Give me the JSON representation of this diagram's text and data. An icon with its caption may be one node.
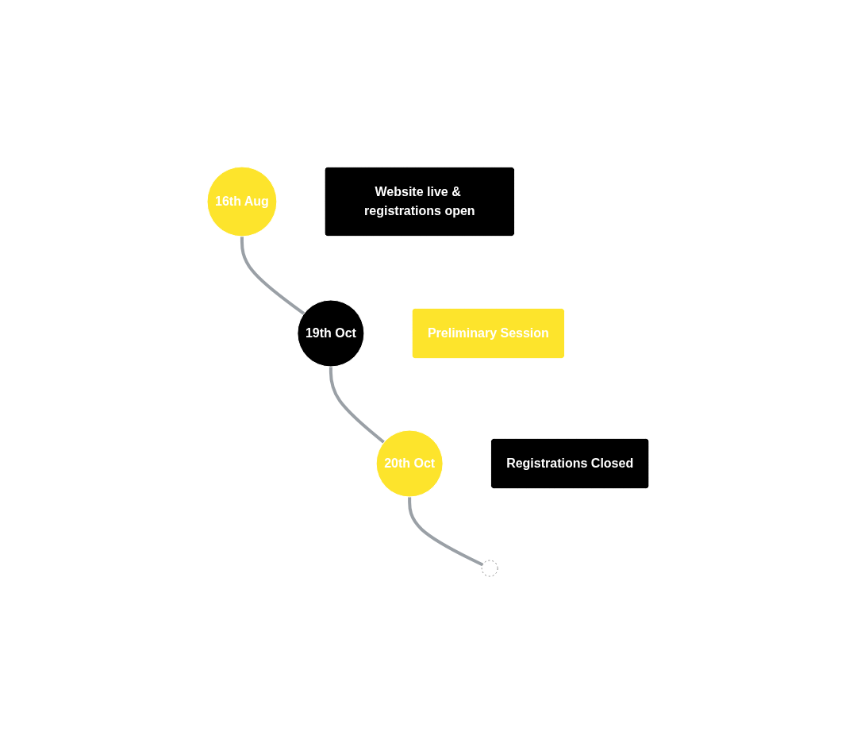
{
  "diagram": {
    "nodes": [
      {
        "text": [
          "16th Aug"
        ]
      },
      {
        "text": [
          "Website live & registrations open"
        ]
      },
      {
        "text": [
          "Preliminary Session"
        ]
      },
      {
        "text": [
          "19th Oct"
        ]
      },
      {
        "text": [
          "20th Oct"
        ]
      },
      {
        "text": [
          "Registrations Closed"
        ]
      },
      {
        "text": [],
        "shape": "circle"
      }
    ],
    "edges": [
      {
        "from": 0,
        "to": 3,
        "arrow": "none"
      },
      {
        "from": 3,
        "to": 4,
        "arrow": "none"
      },
      {
        "from": 4,
        "to": 6,
        "arrow": "none"
      }
    ]
  }
}
